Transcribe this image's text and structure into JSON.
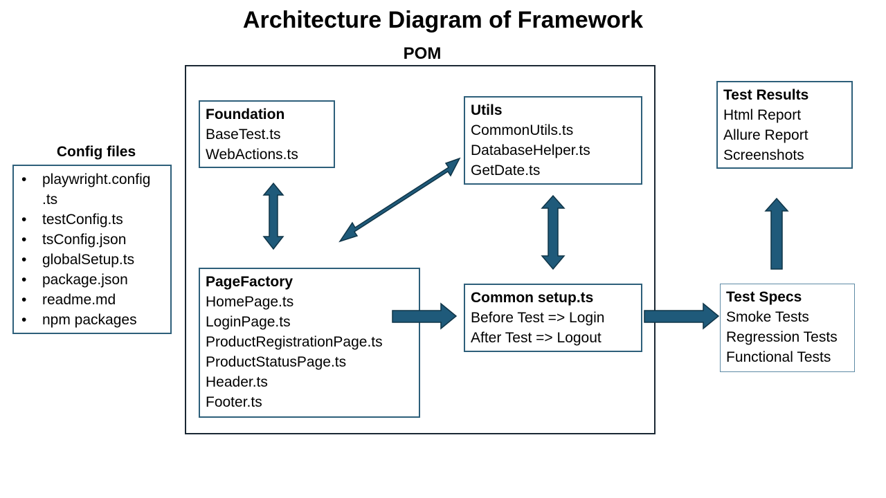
{
  "title": "Architecture Diagram of Framework",
  "pom_label": "POM",
  "config": {
    "title": "Config files",
    "items": [
      "playwright.config .ts",
      "testConfig.ts",
      "tsConfig.json",
      "globalSetup.ts",
      "package.json",
      "readme.md",
      "npm packages"
    ],
    "item0_lines": [
      "playwright.config",
      ".ts"
    ]
  },
  "foundation": {
    "heading": "Foundation",
    "items": [
      "BaseTest.ts",
      "WebActions.ts"
    ]
  },
  "utils": {
    "heading": "Utils",
    "items": [
      "CommonUtils.ts",
      "DatabaseHelper.ts",
      "GetDate.ts"
    ]
  },
  "page_factory": {
    "heading": "PageFactory",
    "items": [
      "HomePage.ts",
      "LoginPage.ts",
      "ProductRegistrationPage.ts",
      "ProductStatusPage.ts",
      "Header.ts",
      "Footer.ts"
    ]
  },
  "common_setup": {
    "heading": "Common setup.ts",
    "items": [
      "Before Test => Login",
      "After Test => Logout"
    ]
  },
  "test_results": {
    "heading": "Test Results",
    "items": [
      "Html Report",
      "Allure Report",
      "Screenshots"
    ]
  },
  "test_specs": {
    "heading": "Test Specs",
    "items": [
      "Smoke Tests",
      "Regression Tests",
      "Functional Tests"
    ]
  },
  "colors": {
    "arrow_fill": "#1f5a7a",
    "arrow_stroke": "#0f3447",
    "box_border": "#2d5f7a"
  }
}
